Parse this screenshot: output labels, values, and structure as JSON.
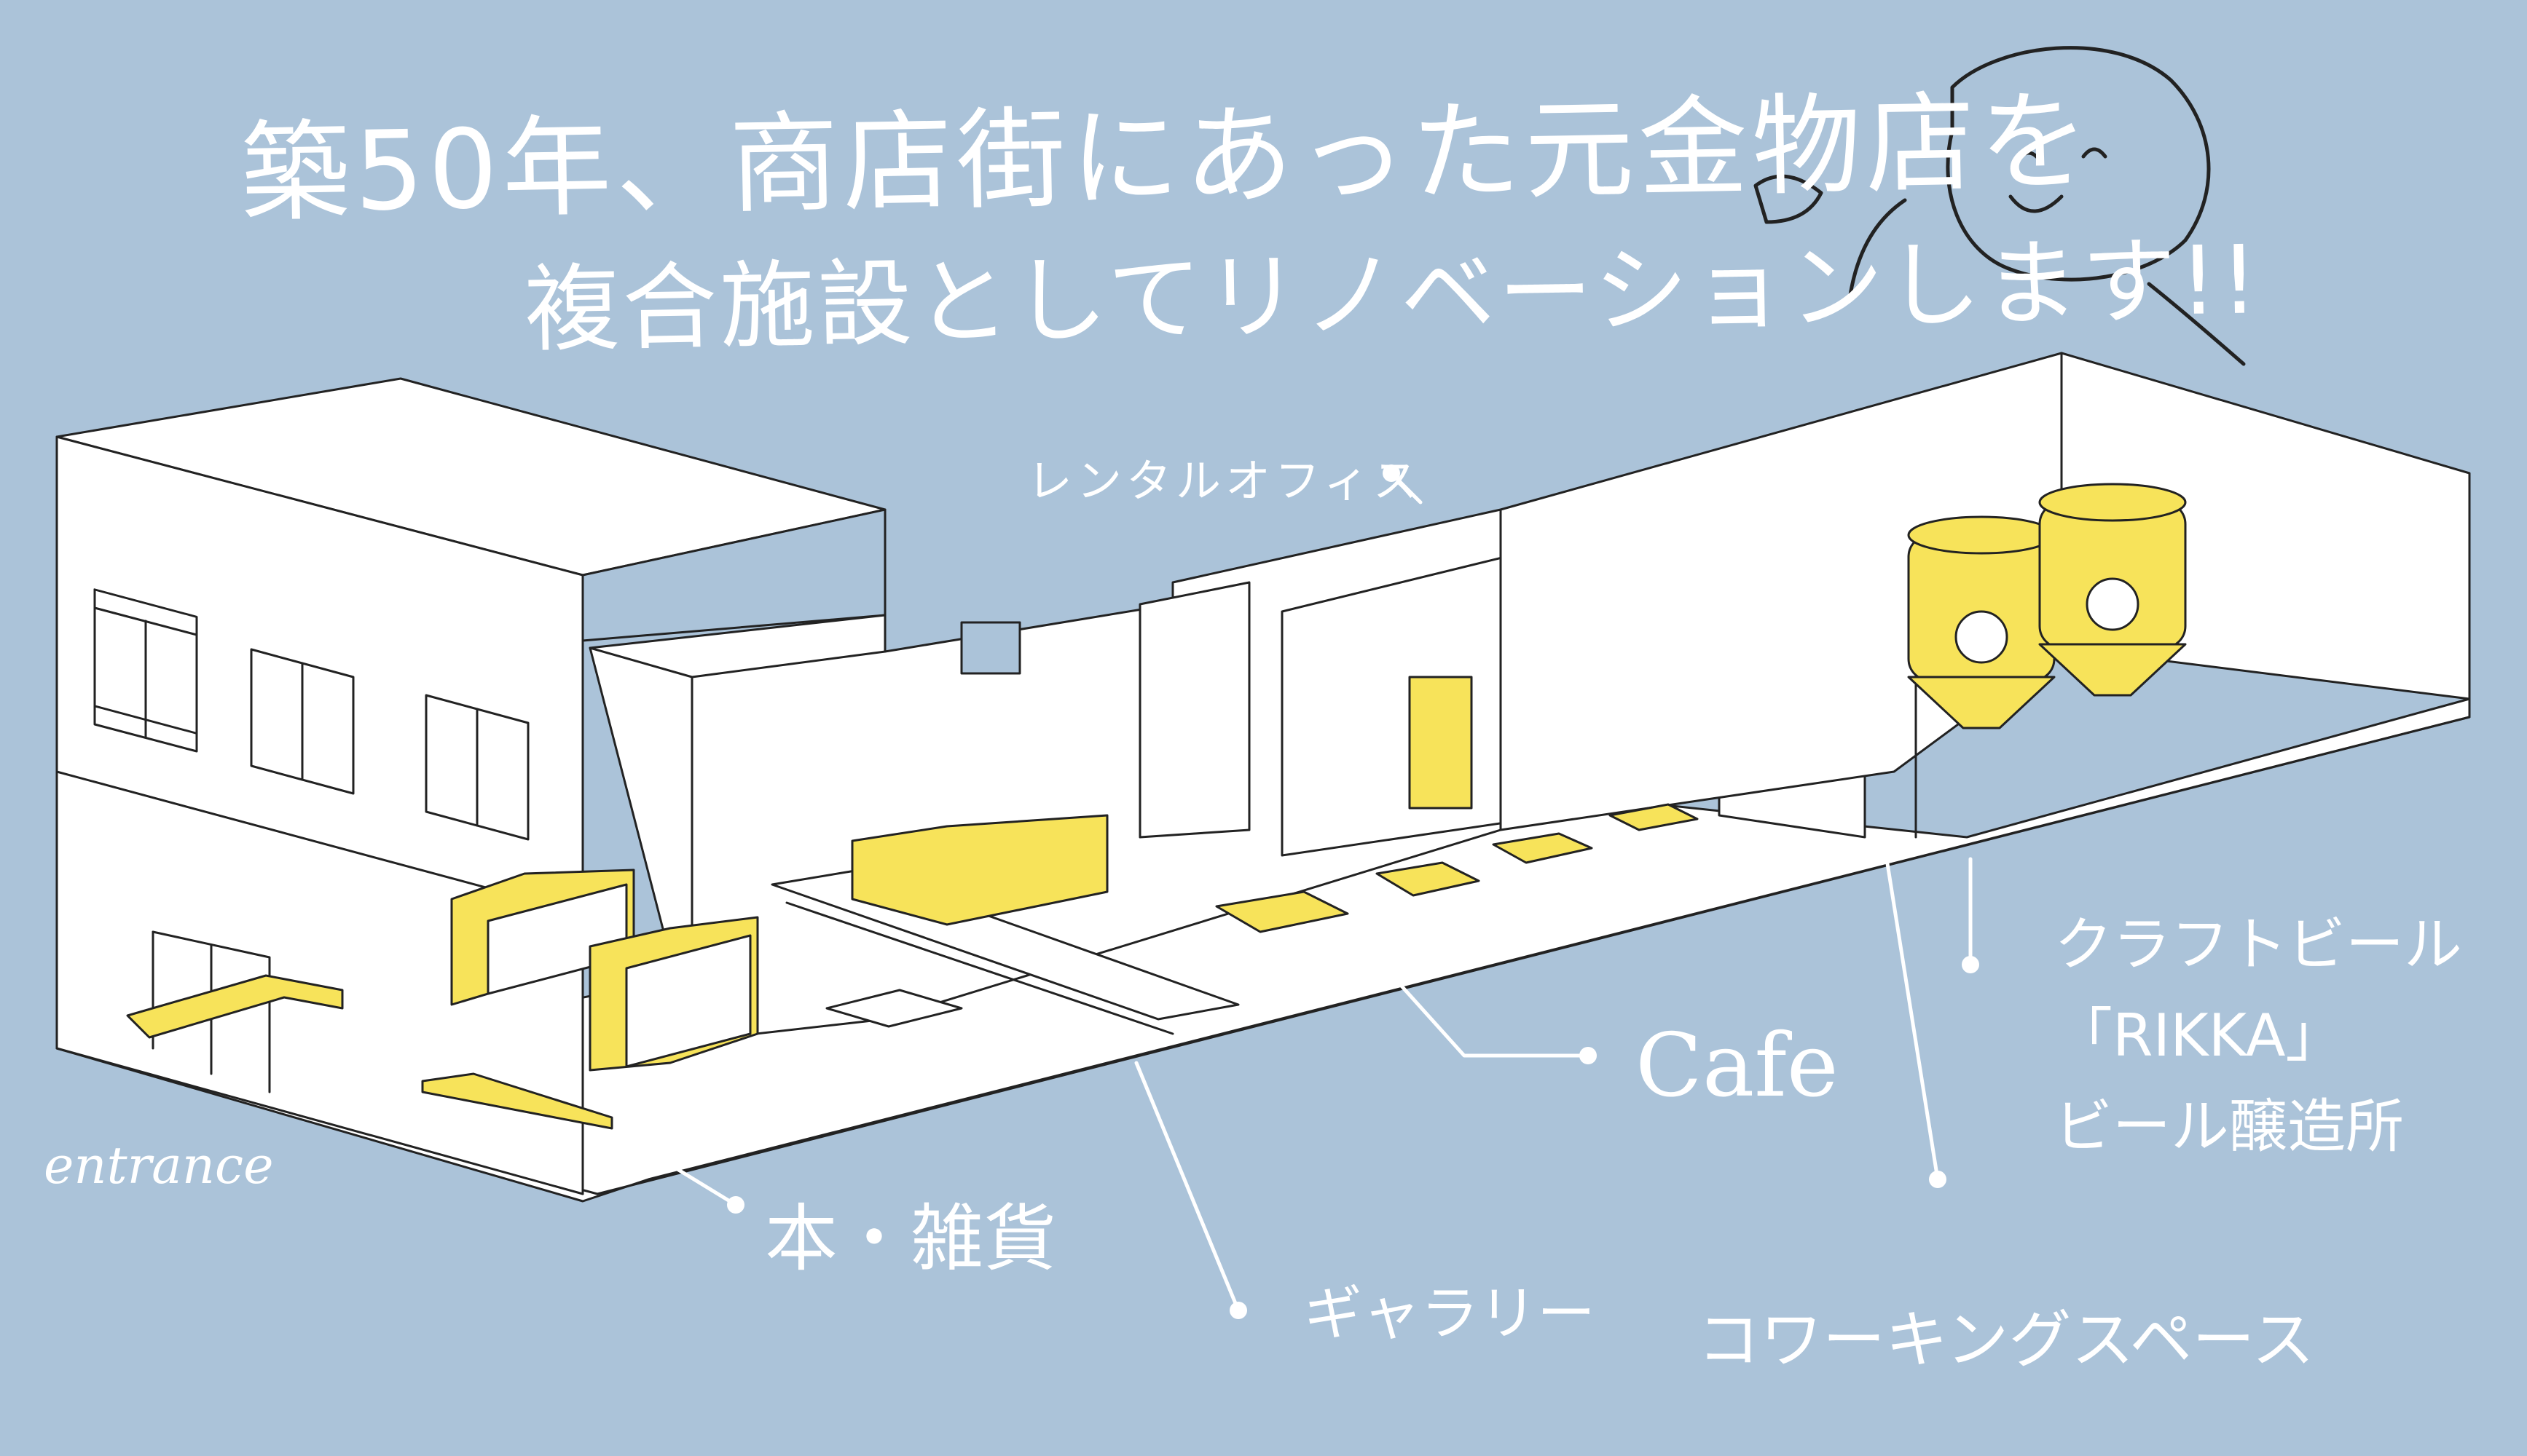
{
  "title": {
    "line1": "築50年、商店街にあった元金物店を",
    "line2": "複合施設としてリノベーションします!!"
  },
  "labels": {
    "rental_office": "レンタルオフィス",
    "entrance": "entrance",
    "books": "本・雑貨",
    "gallery": "ギャラリー",
    "cafe": "Cafe",
    "coworking": "コワーキングスペース",
    "brewery": "クラフトビール\n「RIKKA」\nビール醸造所"
  },
  "colors": {
    "background": "#abc3d9",
    "accent_yellow": "#f7e35a",
    "wall": "#ffffff",
    "line": "#222222"
  }
}
